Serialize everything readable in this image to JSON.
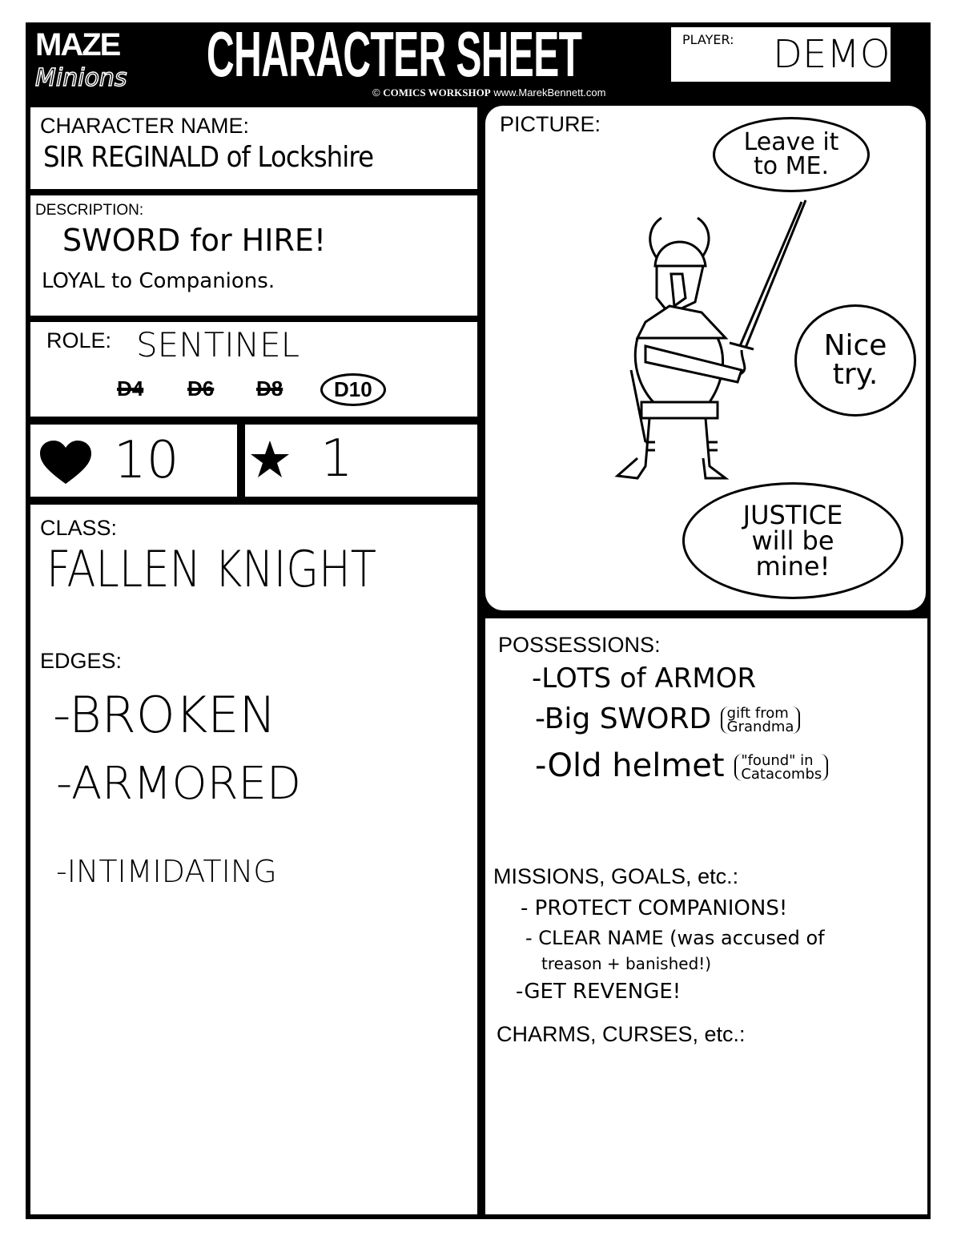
{
  "header": {
    "logo_line1": "MAZE",
    "logo_line2": "Minions",
    "title": "CHARACTER SHEET",
    "credit_symbol": "©",
    "credit_org": "COMICS WORKSHOP",
    "credit_url": "www.MarekBennett.com",
    "player_label": "PLAYER:",
    "player_value": "DEMO"
  },
  "character_name": {
    "label": "CHARACTER NAME:",
    "value": "SIR REGINALD of Lockshire"
  },
  "description": {
    "label": "DESCRIPTION:",
    "line1": "SWORD for HIRE!",
    "line2": "LOYAL to Companions."
  },
  "role": {
    "label": "ROLE:",
    "value": "SENTINEL",
    "dice": [
      {
        "label": "D4",
        "state": "crossed"
      },
      {
        "label": "D6",
        "state": "crossed"
      },
      {
        "label": "D8",
        "state": "crossed"
      },
      {
        "label": "D10",
        "state": "circled"
      }
    ]
  },
  "stats": {
    "heart_icon": "heart-icon",
    "health": "10",
    "star_icon": "star-icon",
    "stars": "1"
  },
  "class": {
    "label": "CLASS:",
    "value": "FALLEN KNIGHT"
  },
  "edges": {
    "label": "EDGES:",
    "items": [
      "-BROKEN",
      "-ARMORED",
      "-INTIMIDATING"
    ]
  },
  "picture": {
    "label": "PICTURE:",
    "bubbles": [
      {
        "line1": "Leave it",
        "line2": "to ME."
      },
      {
        "line1": "Nice",
        "line2": "try."
      },
      {
        "line1": "JUSTICE",
        "line2": "will be",
        "line3": "mine!"
      }
    ]
  },
  "possessions": {
    "label": "POSSESSIONS:",
    "items": [
      {
        "main": "-LOTS of ARMOR",
        "note1": "",
        "note2": ""
      },
      {
        "main": "-Big SWORD",
        "note1": "gift from",
        "note2": "Grandma"
      },
      {
        "main": "-Old helmet",
        "note1": "\"found\" in",
        "note2": "Catacombs"
      }
    ]
  },
  "missions": {
    "label": "MISSIONS, GOALS, etc.:",
    "items": [
      "- PROTECT COMPANIONS!",
      "- CLEAR NAME (was accused of",
      "treason + banished!)",
      "-GET REVENGE!"
    ]
  },
  "charms": {
    "label": "CHARMS, CURSES, etc.:"
  }
}
